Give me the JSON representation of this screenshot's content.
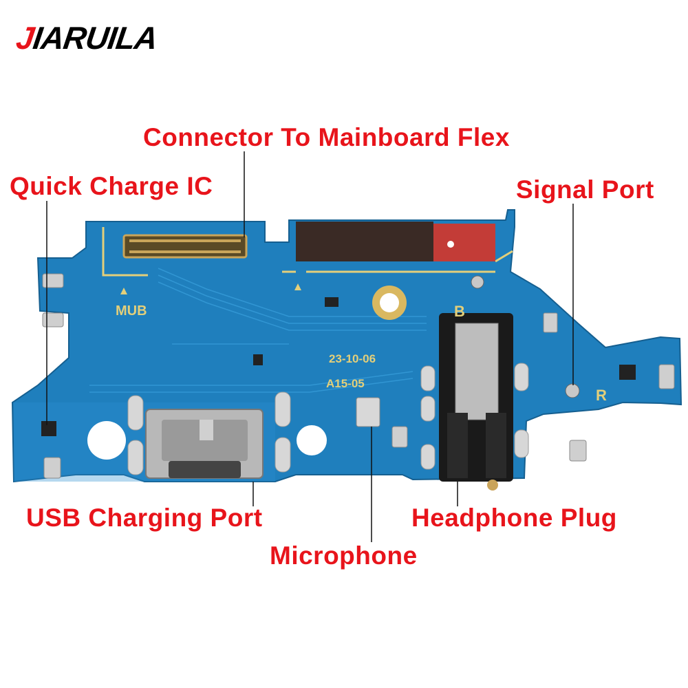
{
  "brand": {
    "logo_first_letter": "J",
    "logo_rest": "IARUILA"
  },
  "labels": {
    "connector": "Connector To Mainboard Flex",
    "quick_charge": "Quick Charge IC",
    "signal_port": "Signal Port",
    "usb_port": "USB Charging Port",
    "headphone": "Headphone Plug",
    "microphone": "Microphone"
  },
  "board_markings": {
    "mub": "MUB",
    "date": "23-10-06",
    "model": "A15-05",
    "b": "B",
    "r": "R"
  },
  "colors": {
    "label": "#e8141b",
    "pcb": "#1e7fb8",
    "gold": "#d9b860"
  }
}
